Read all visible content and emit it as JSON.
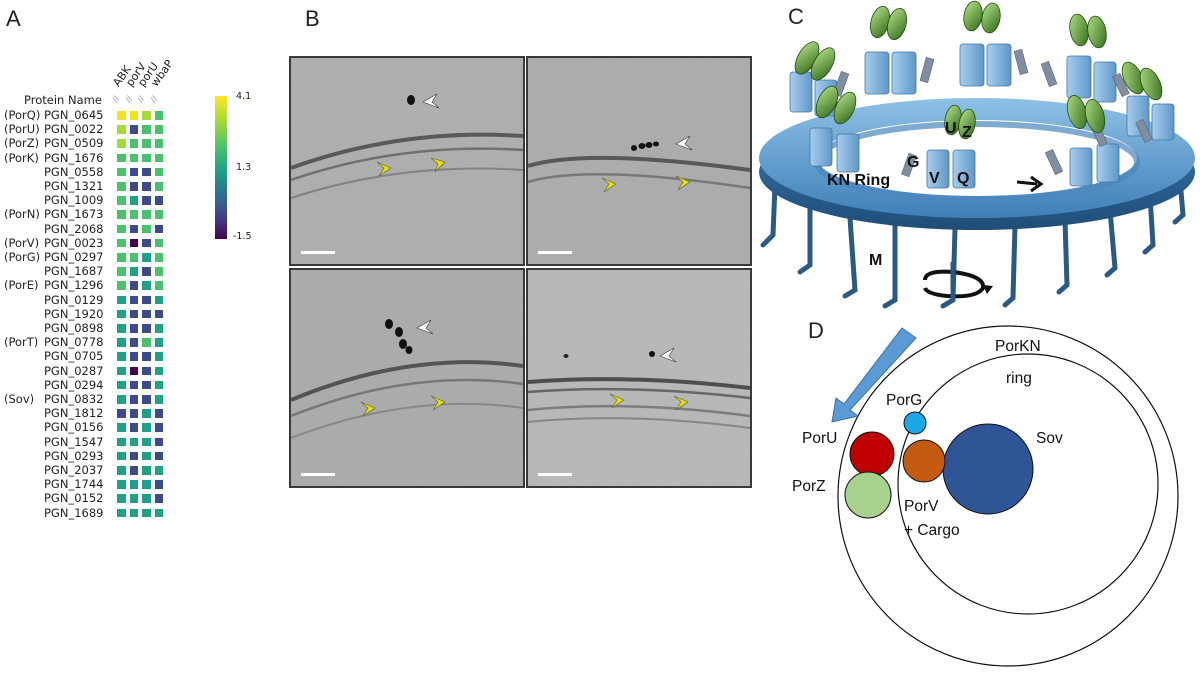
{
  "panels": {
    "a": "A",
    "b": "B",
    "c": "C",
    "d": "D"
  },
  "heatmap": {
    "row_header": "Protein Name",
    "columns": [
      "ABK",
      "porV",
      "porU",
      "wbaP"
    ],
    "colorbar": {
      "max": "4.1",
      "mid": "1.3",
      "min": "-1.5"
    },
    "colors": {
      "yellow": "#f2e51d",
      "lime": "#a5db36",
      "green": "#4ac16d",
      "teal": "#1fa187",
      "blue": "#3e4a89",
      "purple": "#440154"
    },
    "rows": [
      {
        "tag": "(PorQ)",
        "name": "PGN_0645",
        "cells": [
          "yellow",
          "yellow",
          "lime",
          "green"
        ]
      },
      {
        "tag": "(PorU)",
        "name": "PGN_0022",
        "cells": [
          "lime",
          "blue",
          "green",
          "green"
        ]
      },
      {
        "tag": "(PorZ)",
        "name": "PGN_0509",
        "cells": [
          "lime",
          "green",
          "green",
          "green"
        ]
      },
      {
        "tag": "(PorK)",
        "name": "PGN_1676",
        "cells": [
          "green",
          "green",
          "green",
          "green"
        ]
      },
      {
        "tag": "",
        "name": "PGN_0558",
        "cells": [
          "green",
          "blue",
          "blue",
          "green"
        ]
      },
      {
        "tag": "",
        "name": "PGN_1321",
        "cells": [
          "green",
          "blue",
          "blue",
          "green"
        ]
      },
      {
        "tag": "",
        "name": "PGN_1009",
        "cells": [
          "green",
          "teal",
          "blue",
          "blue"
        ]
      },
      {
        "tag": "(PorN)",
        "name": "PGN_1673",
        "cells": [
          "green",
          "green",
          "green",
          "green"
        ]
      },
      {
        "tag": "",
        "name": "PGN_2068",
        "cells": [
          "green",
          "blue",
          "green",
          "blue"
        ]
      },
      {
        "tag": "(PorV)",
        "name": "PGN_0023",
        "cells": [
          "green",
          "purple",
          "blue",
          "green"
        ]
      },
      {
        "tag": "(PorG)",
        "name": "PGN_0297",
        "cells": [
          "green",
          "green",
          "teal",
          "green"
        ]
      },
      {
        "tag": "",
        "name": "PGN_1687",
        "cells": [
          "green",
          "teal",
          "blue",
          "green"
        ]
      },
      {
        "tag": "(PorE)",
        "name": "PGN_1296",
        "cells": [
          "green",
          "blue",
          "teal",
          "green"
        ]
      },
      {
        "tag": "",
        "name": "PGN_0129",
        "cells": [
          "teal",
          "blue",
          "blue",
          "teal"
        ]
      },
      {
        "tag": "",
        "name": "PGN_1920",
        "cells": [
          "teal",
          "blue",
          "blue",
          "blue"
        ]
      },
      {
        "tag": "",
        "name": "PGN_0898",
        "cells": [
          "teal",
          "blue",
          "blue",
          "teal"
        ]
      },
      {
        "tag": "(PorT)",
        "name": "PGN_0778",
        "cells": [
          "teal",
          "blue",
          "green",
          "teal"
        ]
      },
      {
        "tag": "",
        "name": "PGN_0705",
        "cells": [
          "teal",
          "blue",
          "blue",
          "teal"
        ]
      },
      {
        "tag": "",
        "name": "PGN_0287",
        "cells": [
          "teal",
          "purple",
          "blue",
          "teal"
        ]
      },
      {
        "tag": "",
        "name": "PGN_0294",
        "cells": [
          "teal",
          "blue",
          "blue",
          "teal"
        ]
      },
      {
        "tag": "(Sov)",
        "name": "PGN_0832",
        "cells": [
          "teal",
          "blue",
          "blue",
          "teal"
        ]
      },
      {
        "tag": "",
        "name": "PGN_1812",
        "cells": [
          "blue",
          "blue",
          "teal",
          "blue"
        ]
      },
      {
        "tag": "",
        "name": "PGN_0156",
        "cells": [
          "teal",
          "blue",
          "teal",
          "blue"
        ]
      },
      {
        "tag": "",
        "name": "PGN_1547",
        "cells": [
          "teal",
          "teal",
          "teal",
          "blue"
        ]
      },
      {
        "tag": "",
        "name": "PGN_0293",
        "cells": [
          "teal",
          "blue",
          "teal",
          "blue"
        ]
      },
      {
        "tag": "",
        "name": "PGN_2037",
        "cells": [
          "teal",
          "blue",
          "teal",
          "teal"
        ]
      },
      {
        "tag": "",
        "name": "PGN_1744",
        "cells": [
          "teal",
          "teal",
          "teal",
          "blue"
        ]
      },
      {
        "tag": "",
        "name": "PGN_0152",
        "cells": [
          "teal",
          "teal",
          "teal",
          "blue"
        ]
      },
      {
        "tag": "",
        "name": "PGN_1689",
        "cells": [
          "teal",
          "teal",
          "teal",
          "teal"
        ]
      }
    ]
  },
  "panel_c": {
    "ring_label": "KN Ring",
    "subunits": [
      "U",
      "Z",
      "G",
      "V",
      "Q"
    ],
    "membrane_label": "M"
  },
  "panel_d": {
    "outer_label_1": "PorKN",
    "outer_label_2": "ring",
    "porg": "PorG",
    "poru": "PorU",
    "porz": "PorZ",
    "porv_1": "PorV",
    "porv_2": "+ Cargo",
    "sov": "Sov",
    "colors": {
      "poru": "#c00000",
      "porg": "#1ca7e6",
      "porv": "#c55a11",
      "sov": "#2f5597",
      "porz": "#a9d18e",
      "arrow": "#5b9bd5"
    }
  }
}
